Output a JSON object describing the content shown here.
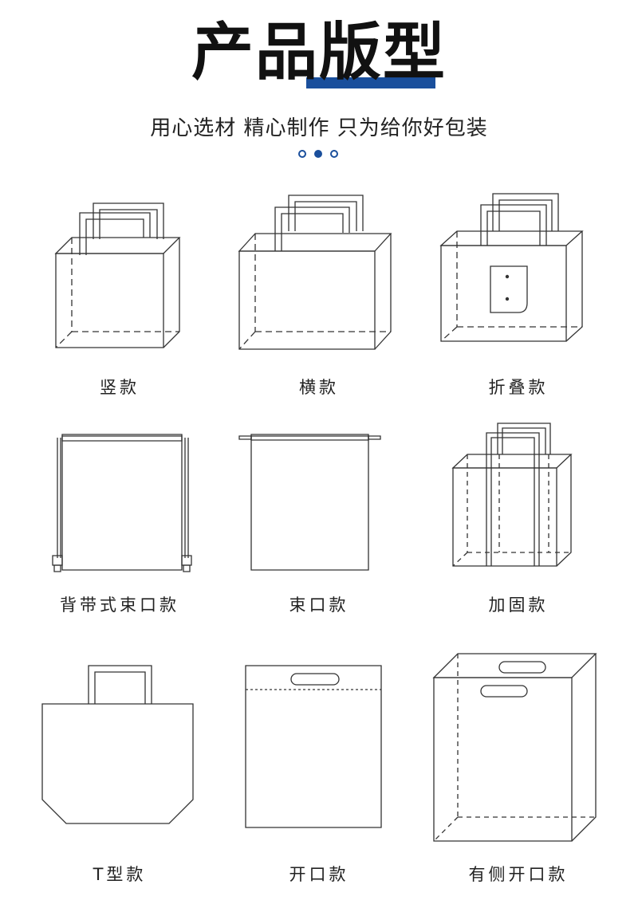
{
  "header": {
    "title": "产品版型",
    "subtitle": "用心选材 精心制作 只为给你好包装",
    "accent_color": "#1a4f9c"
  },
  "products": [
    {
      "label": "竖款",
      "icon": "vertical-bag-icon"
    },
    {
      "label": "横款",
      "icon": "horizontal-bag-icon"
    },
    {
      "label": "折叠款",
      "icon": "folding-bag-icon"
    },
    {
      "label": "背带式束口款",
      "icon": "backpack-drawstring-bag-icon"
    },
    {
      "label": "束口款",
      "icon": "drawstring-bag-icon"
    },
    {
      "label": "加固款",
      "icon": "reinforced-bag-icon"
    },
    {
      "label": "T型款",
      "icon": "t-shape-bag-icon"
    },
    {
      "label": "开口款",
      "icon": "die-cut-bag-icon"
    },
    {
      "label": "有侧开口款",
      "icon": "gusset-die-cut-bag-icon"
    }
  ]
}
